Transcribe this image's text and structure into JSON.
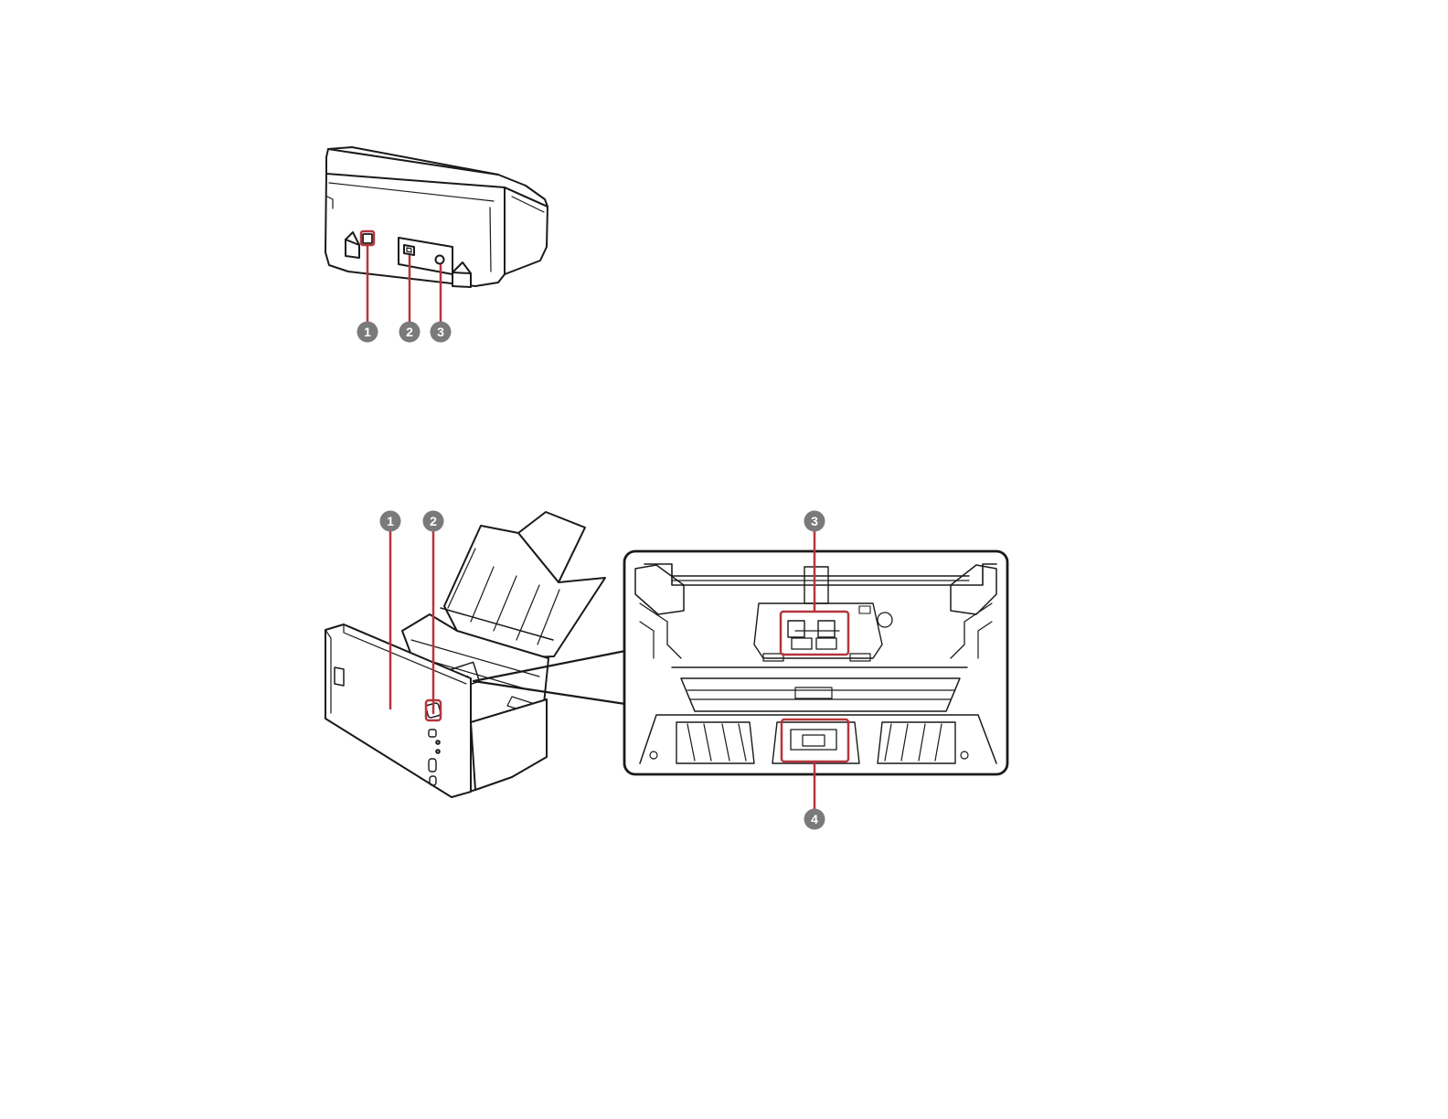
{
  "diagrams": {
    "rear_view": {
      "callouts": [
        {
          "number": "1"
        },
        {
          "number": "2"
        },
        {
          "number": "3"
        }
      ]
    },
    "inside_view": {
      "callouts": [
        {
          "number": "1"
        },
        {
          "number": "2"
        },
        {
          "number": "3"
        },
        {
          "number": "4"
        }
      ]
    }
  },
  "colors": {
    "line": "#1a1a1a",
    "callout_highlight": "#b5363c",
    "badge_fill": "#7a7a7a",
    "badge_text": "#ffffff"
  }
}
